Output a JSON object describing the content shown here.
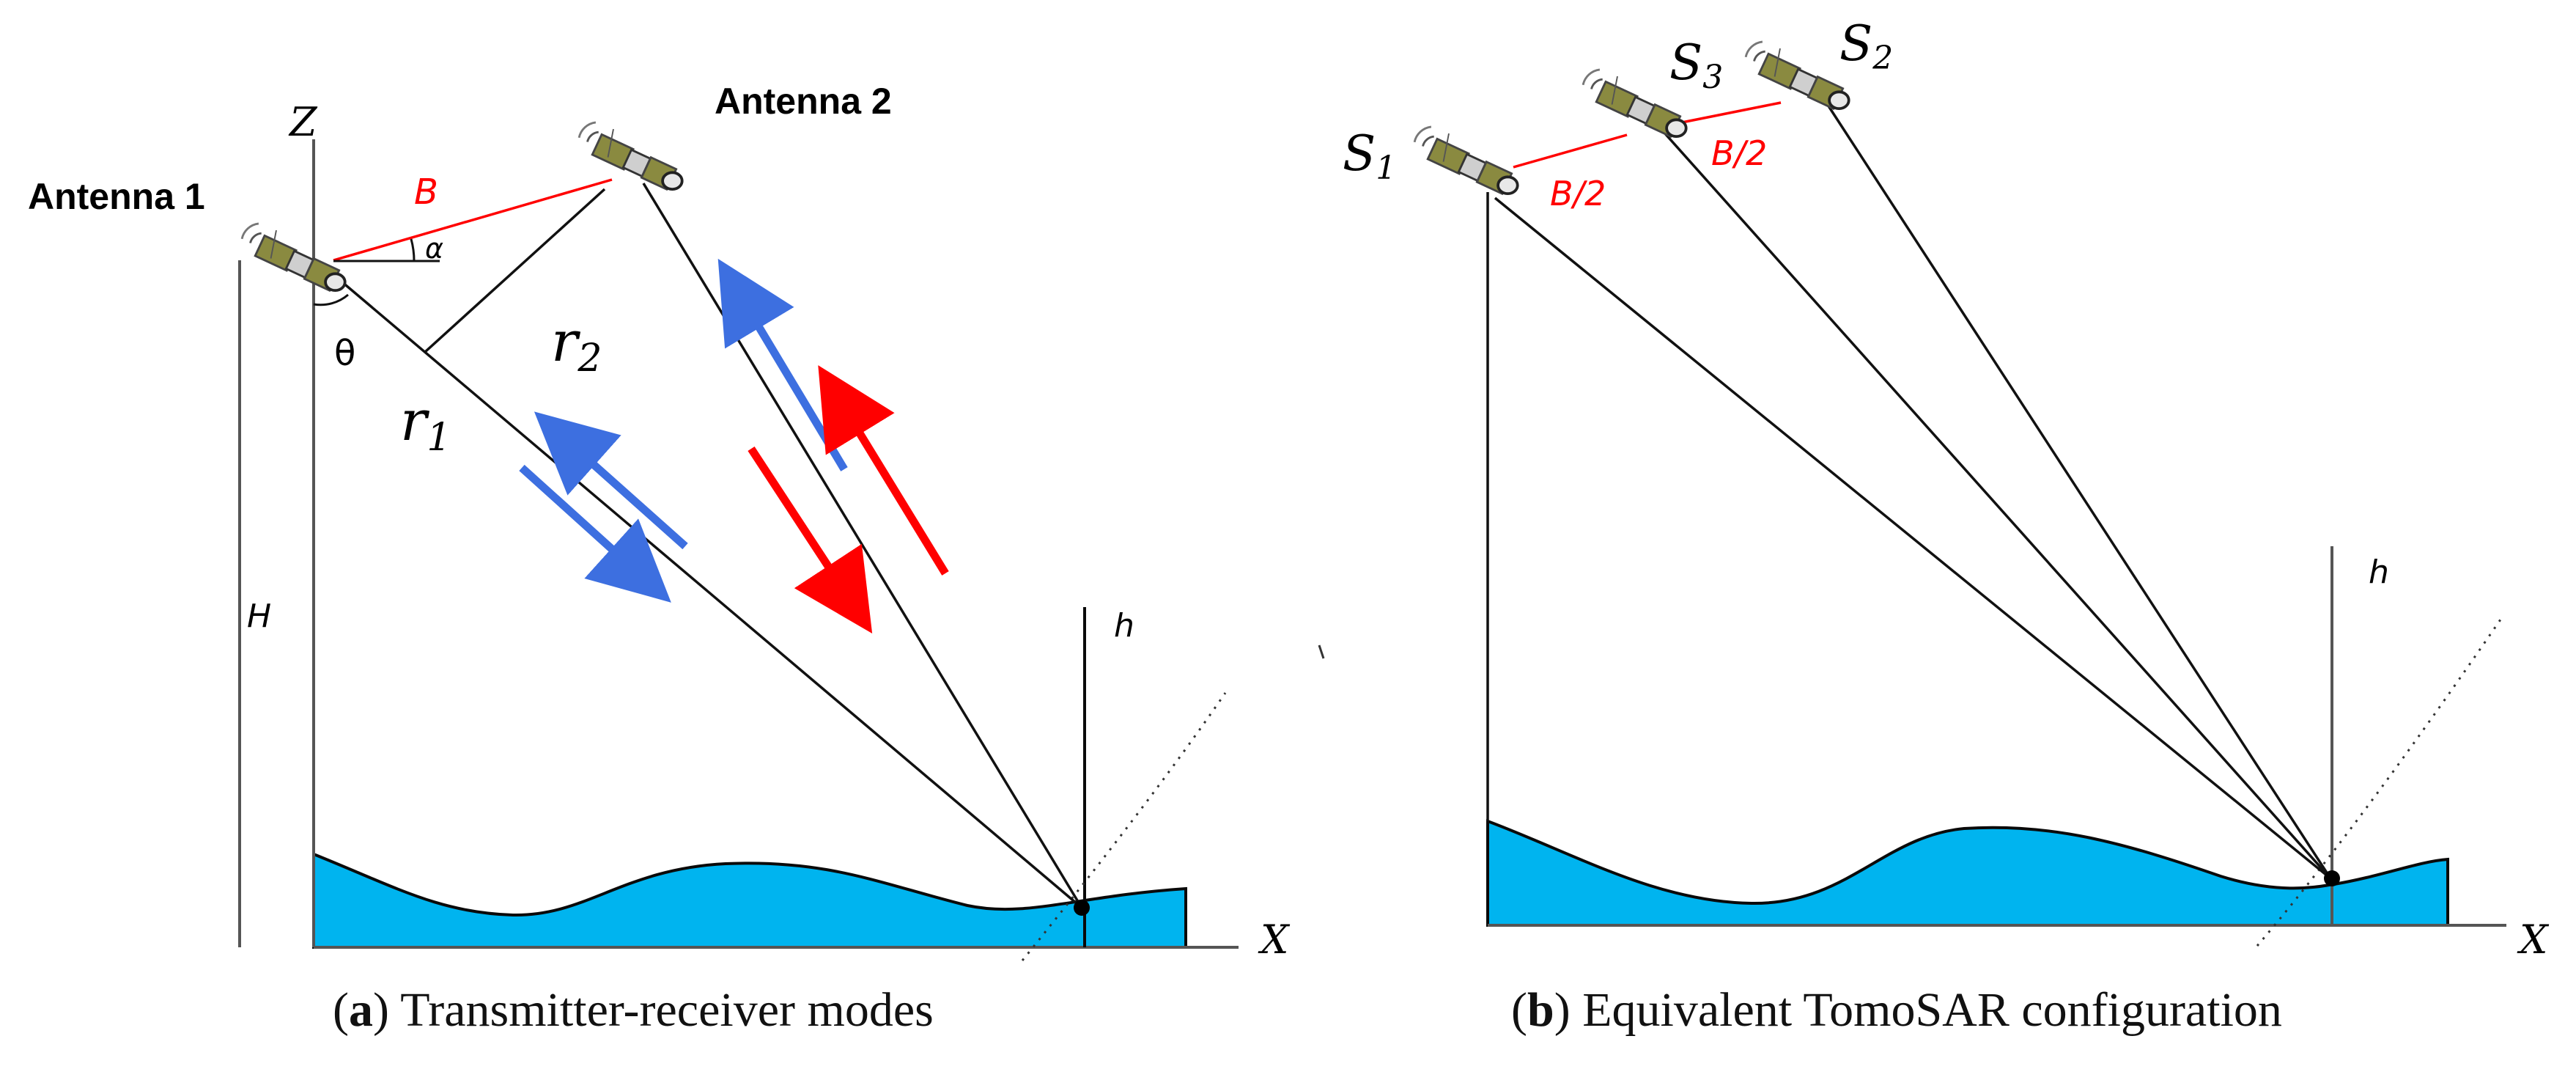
{
  "panel_a": {
    "antenna1_label": "Antenna 1",
    "antenna2_label": "Antenna 2",
    "z_axis": "Z",
    "x_axis": "X",
    "baseline": "B",
    "alpha": "α",
    "theta": "θ",
    "height_H": "H",
    "height_h": "h",
    "r1": "r",
    "r1_sub": "1",
    "r2": "r",
    "r2_sub": "2",
    "caption_letter": "a",
    "caption_text": "Transmitter-receiver modes"
  },
  "panel_b": {
    "s1": "S",
    "s1_sub": "1",
    "s2": "S",
    "s2_sub": "2",
    "s3": "S",
    "s3_sub": "3",
    "half_baseline_1": "B/2",
    "half_baseline_2": "B/2",
    "height_h": "h",
    "x_axis": "X",
    "caption_letter": "b",
    "caption_text": "Equivalent TomoSAR configuration"
  },
  "colors": {
    "ground": "#00b4ef",
    "baseline": "#ff0000",
    "arrow_blue": "#3d6fe0",
    "arrow_red": "#ff0000",
    "line": "#000000"
  }
}
